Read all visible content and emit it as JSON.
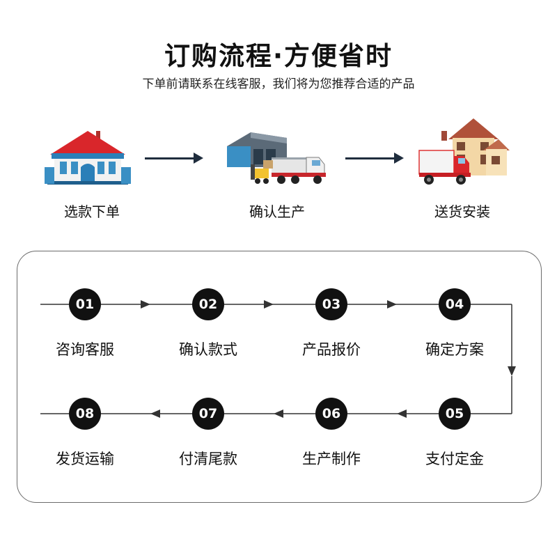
{
  "header": {
    "title": "订购流程·方便省时",
    "subtitle": "下单前请联系在线客服，我们将为您推荐合适的产品"
  },
  "overview": [
    {
      "label": "选款下单",
      "icon": "store-icon"
    },
    {
      "label": "确认生产",
      "icon": "factory-truck-icon"
    },
    {
      "label": "送货安装",
      "icon": "house-delivery-icon"
    }
  ],
  "steps": [
    {
      "num": "01",
      "label": "咨询客服"
    },
    {
      "num": "02",
      "label": "确认款式"
    },
    {
      "num": "03",
      "label": "产品报价"
    },
    {
      "num": "04",
      "label": "确定方案"
    },
    {
      "num": "05",
      "label": "支付定金"
    },
    {
      "num": "06",
      "label": "生产制作"
    },
    {
      "num": "07",
      "label": "付清尾款"
    },
    {
      "num": "08",
      "label": "发货运输"
    }
  ],
  "colors": {
    "arrow": "#1f2d3d",
    "circle": "#111111",
    "roof_red": "#d9262b",
    "building_blue": "#3a8fc4"
  }
}
